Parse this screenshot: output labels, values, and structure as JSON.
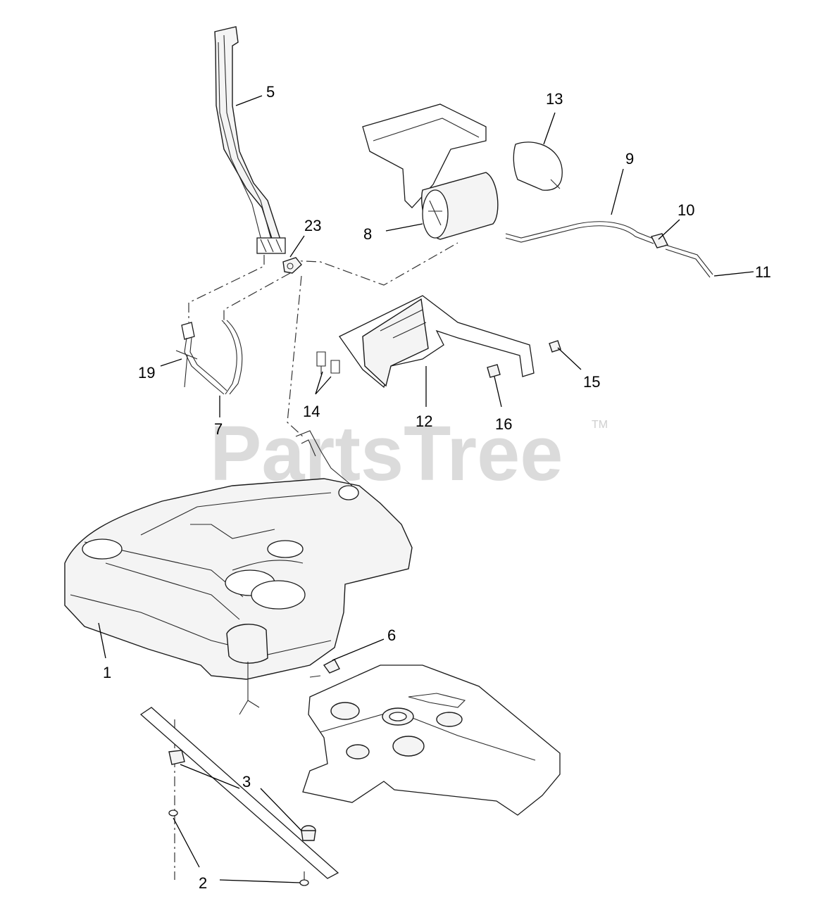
{
  "watermark": {
    "text": "PartsTree",
    "tm": "TM"
  },
  "callouts": {
    "c1": "1",
    "c2": "2",
    "c3": "3",
    "c5": "5",
    "c6": "6",
    "c7": "7",
    "c8": "8",
    "c9": "9",
    "c10": "10",
    "c11": "11",
    "c12": "12",
    "c13": "13",
    "c14": "14",
    "c15": "15",
    "c16": "16",
    "c19": "19",
    "c23": "23"
  }
}
